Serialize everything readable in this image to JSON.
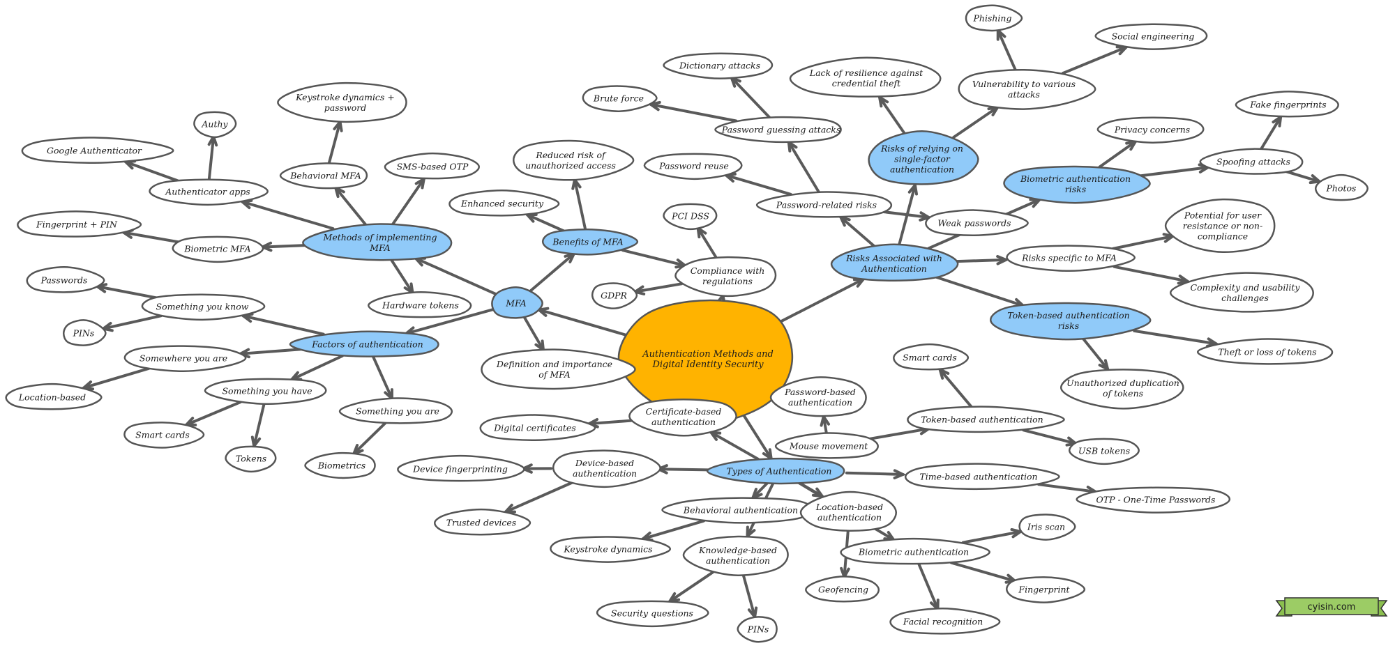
{
  "colors": {
    "root": "#ffb300",
    "hub": "#90caf9",
    "leaf": "#ffffff",
    "edge": "#5a5a5a",
    "badge": "#9ccc65"
  },
  "nodes": {
    "root": [
      "Authentication Methods and",
      "Digital Identity Security"
    ],
    "mfa": [
      "MFA"
    ],
    "methods": [
      "Methods of implementing",
      "MFA"
    ],
    "benefits": [
      "Benefits of MFA"
    ],
    "factors": [
      "Factors of authentication"
    ],
    "types": [
      "Types of Authentication"
    ],
    "risks": [
      "Risks Associated with",
      "Authentication"
    ],
    "single_factor": [
      "Risks of relying on",
      "single-factor",
      "authentication"
    ],
    "bio_risks": [
      "Biometric authentication",
      "risks"
    ],
    "token_risks": [
      "Token-based authentication",
      "risks"
    ],
    "authenticator_apps": [
      "Authenticator apps"
    ],
    "google_auth": [
      "Google Authenticator"
    ],
    "authy": [
      "Authy"
    ],
    "behavioral_mfa": [
      "Behavioral MFA"
    ],
    "keystroke_pw": [
      "Keystroke dynamics +",
      "password"
    ],
    "sms_otp": [
      "SMS-based OTP"
    ],
    "biometric_mfa": [
      "Biometric MFA"
    ],
    "fingerprint_pin": [
      "Fingerprint + PIN"
    ],
    "hardware_tokens": [
      "Hardware tokens"
    ],
    "reduced_risk": [
      "Reduced risk of",
      "unauthorized access"
    ],
    "enhanced_security": [
      "Enhanced security"
    ],
    "compliance": [
      "Compliance with",
      "regulations"
    ],
    "pci_dss": [
      "PCI DSS"
    ],
    "gdpr": [
      "GDPR"
    ],
    "definition": [
      "Definition and importance",
      "of MFA"
    ],
    "something_know": [
      "Something you know"
    ],
    "passwords": [
      "Passwords"
    ],
    "pins_know": [
      "PINs"
    ],
    "somewhere": [
      "Somewhere you are"
    ],
    "location_based_factor": [
      "Location-based"
    ],
    "something_have": [
      "Something you have"
    ],
    "smart_cards_have": [
      "Smart cards"
    ],
    "tokens": [
      "Tokens"
    ],
    "something_are": [
      "Something you are"
    ],
    "biometrics": [
      "Biometrics"
    ],
    "certificate_auth": [
      "Certificate-based",
      "authentication"
    ],
    "digital_certs": [
      "Digital certificates"
    ],
    "device_auth": [
      "Device-based",
      "authentication"
    ],
    "device_fp": [
      "Device fingerprinting"
    ],
    "trusted_devices": [
      "Trusted devices"
    ],
    "behavioral_auth": [
      "Behavioral authentication"
    ],
    "keystroke": [
      "Keystroke dynamics"
    ],
    "knowledge_auth": [
      "Knowledge-based",
      "authentication"
    ],
    "security_q": [
      "Security questions"
    ],
    "pins_knowledge": [
      "PINs"
    ],
    "location_auth": [
      "Location-based",
      "authentication"
    ],
    "biometric_auth": [
      "Biometric authentication"
    ],
    "geofencing": [
      "Geofencing"
    ],
    "facial": [
      "Facial recognition"
    ],
    "iris": [
      "Iris scan"
    ],
    "fingerprint": [
      "Fingerprint"
    ],
    "time_auth": [
      "Time-based authentication"
    ],
    "otp": [
      "OTP - One-Time Passwords"
    ],
    "token_auth": [
      "Token-based authentication"
    ],
    "smart_cards_token": [
      "Smart cards"
    ],
    "usb_tokens": [
      "USB tokens"
    ],
    "mouse": [
      "Mouse movement"
    ],
    "password_auth": [
      "Password-based",
      "authentication"
    ],
    "password_risks": [
      "Password-related risks"
    ],
    "password_guessing": [
      "Password guessing attacks"
    ],
    "dictionary": [
      "Dictionary attacks"
    ],
    "brute_force": [
      "Brute force"
    ],
    "password_reuse": [
      "Password reuse"
    ],
    "weak_passwords": [
      "Weak passwords"
    ],
    "lack_resilience": [
      "Lack of resilience against",
      "credential theft"
    ],
    "vulnerability": [
      "Vulnerability to various",
      "attacks"
    ],
    "phishing": [
      "Phishing"
    ],
    "social_eng": [
      "Social engineering"
    ],
    "privacy": [
      "Privacy concerns"
    ],
    "spoofing": [
      "Spoofing attacks"
    ],
    "fake_fp": [
      "Fake fingerprints"
    ],
    "photos": [
      "Photos"
    ],
    "mfa_specific": [
      "Risks specific to MFA"
    ],
    "user_resistance": [
      "Potential for user",
      "resistance or non-",
      "compliance"
    ],
    "complexity": [
      "Complexity and usability",
      "challenges"
    ],
    "theft_tokens": [
      "Theft or loss of tokens"
    ],
    "duplication": [
      "Unauthorized duplication",
      "of tokens"
    ]
  },
  "badge": "cyisin.com"
}
